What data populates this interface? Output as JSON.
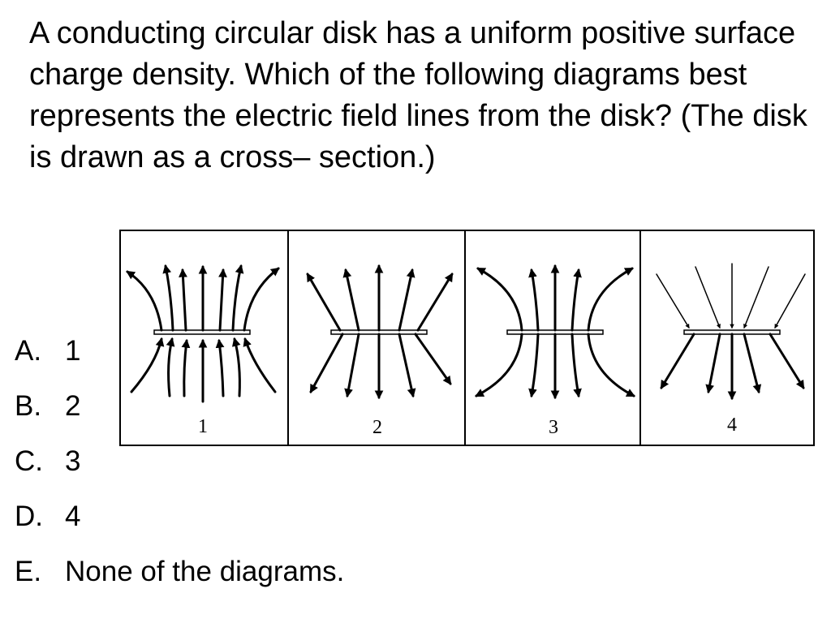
{
  "question": "A conducting circular disk has a uniform positive surface charge density. Which of the following diagrams best represents the electric field lines from the disk? (The disk is drawn as a cross– section.)",
  "figure": {
    "panels": [
      {
        "label": "1"
      },
      {
        "label": "2"
      },
      {
        "label": "3"
      },
      {
        "label": "4"
      }
    ]
  },
  "choices": [
    {
      "letter": "A.",
      "text": "1"
    },
    {
      "letter": "B.",
      "text": "2"
    },
    {
      "letter": "C.",
      "text": "3"
    },
    {
      "letter": "D.",
      "text": "4"
    },
    {
      "letter": "E.",
      "text": "None of the diagrams."
    }
  ],
  "colors": {
    "ink": "#000000",
    "background": "#ffffff",
    "disk_fill": "#f2f2f2"
  }
}
